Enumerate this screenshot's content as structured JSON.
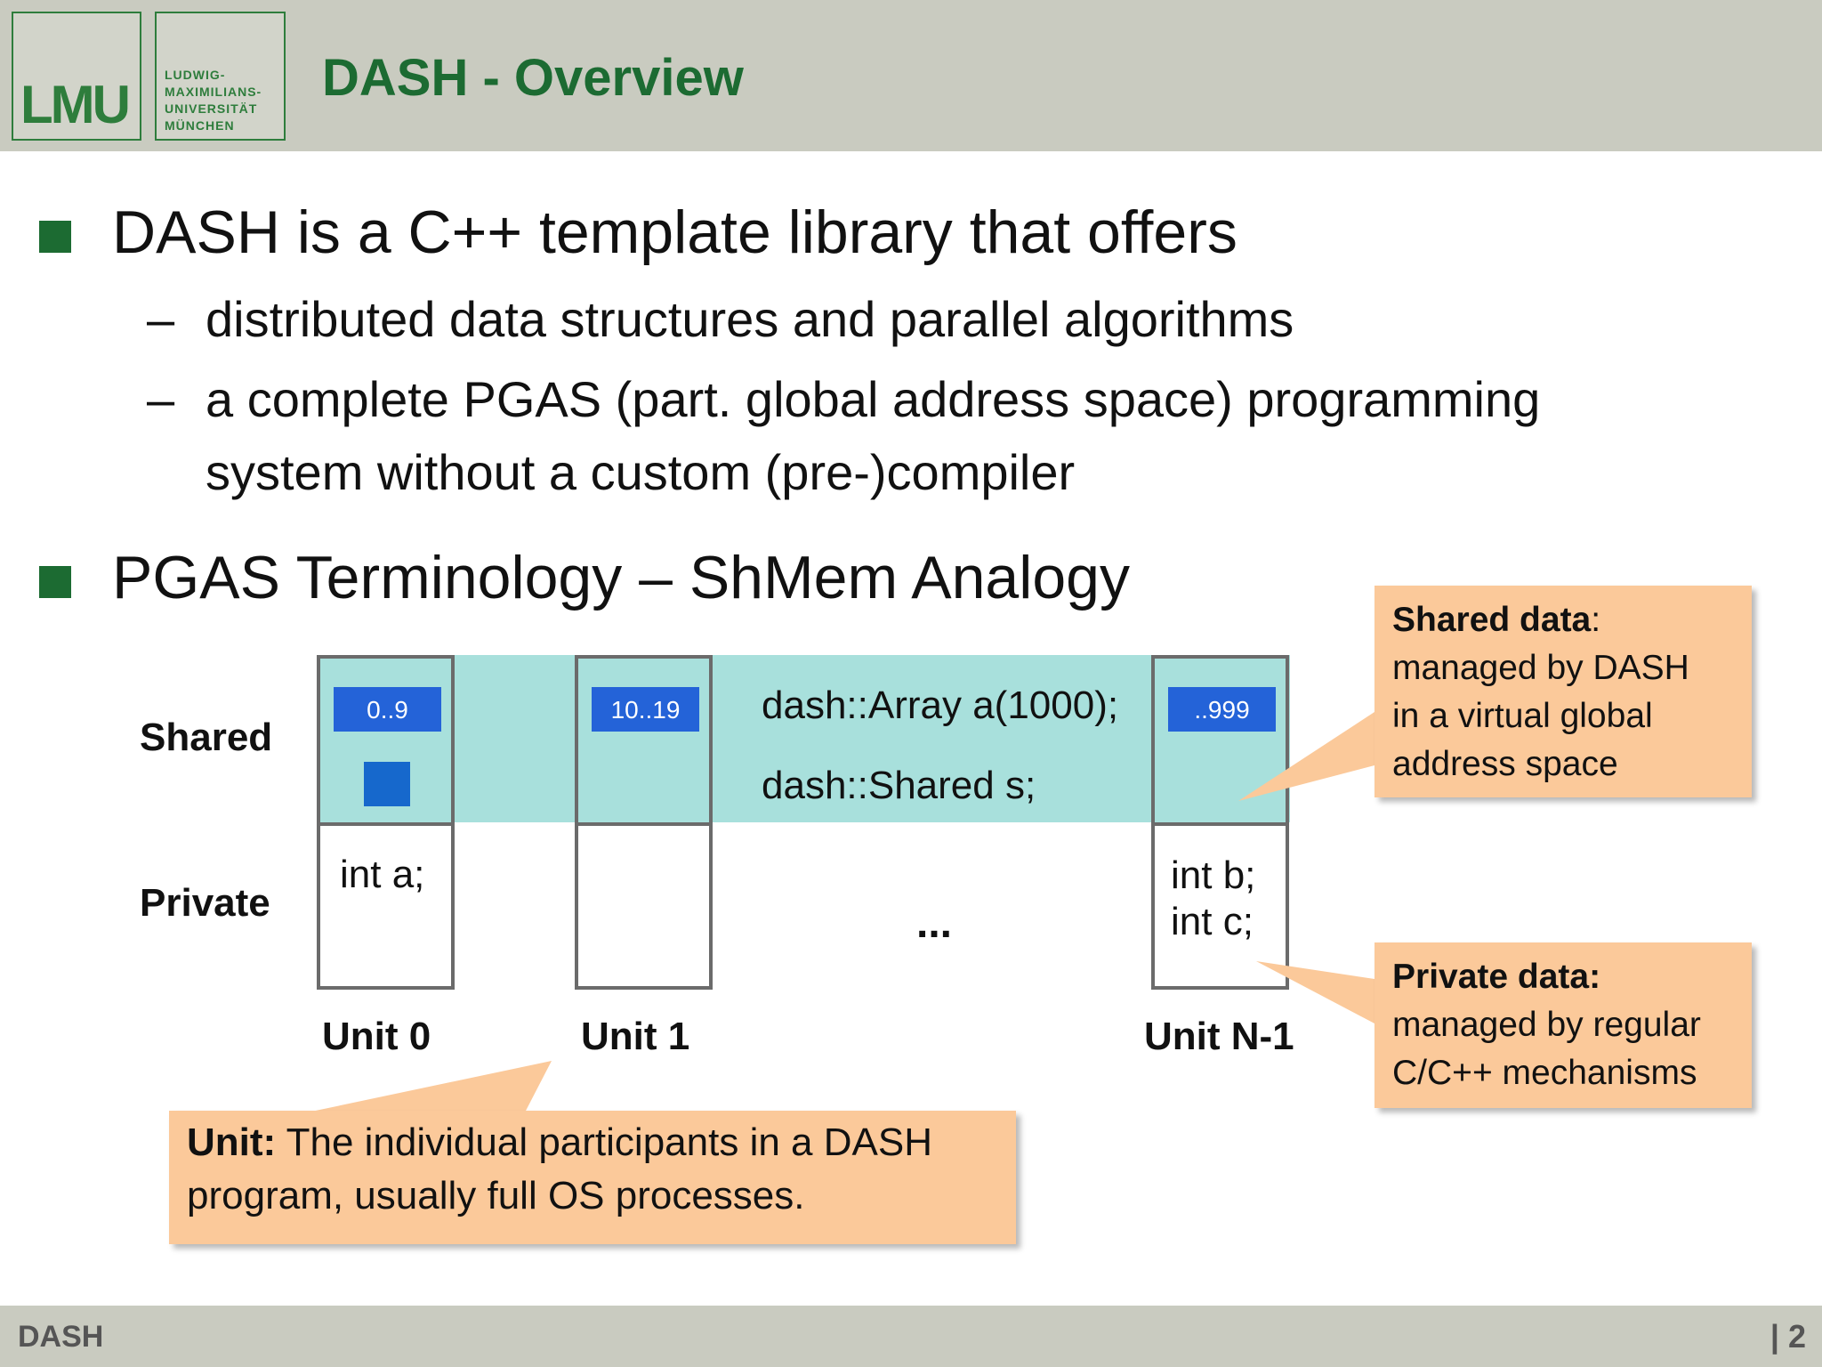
{
  "header": {
    "logo_mark": "LMU",
    "logo_name": "LUDWIG-\nMAXIMILIANS-\nUNIVERSITÄT\nMÜNCHEN",
    "title": "DASH - Overview"
  },
  "bullets": [
    {
      "text": "DASH is a C++ template library that offers",
      "sub": [
        "distributed data structures and parallel algorithms",
        "a complete PGAS (part. global address space) programming",
        "system without a custom (pre-)compiler"
      ]
    },
    {
      "text": "PGAS Terminology – ShMem Analogy"
    }
  ],
  "sub_marker": "–",
  "diagram": {
    "row_labels": {
      "shared": "Shared",
      "private": "Private"
    },
    "units": [
      {
        "label": "Unit 0",
        "range": "0..9",
        "private_code": "int a;"
      },
      {
        "label": "Unit 1",
        "range": "10..19",
        "private_code": ""
      },
      {
        "label": "Unit N-1",
        "range": "..999",
        "private_code": "int b;\nint c;"
      }
    ],
    "code_array": "dash::Array a(1000);",
    "code_shared": "dash::Shared s;",
    "ellipsis": "...",
    "colors": {
      "shared_band": "#a8e0dc",
      "range_label": "#2463d8",
      "callout": "#fbc99a"
    }
  },
  "callouts": {
    "shared": {
      "title": "Shared data",
      "after_title": ":",
      "lines": [
        "managed by DASH",
        "in a virtual global",
        "address space"
      ]
    },
    "private": {
      "title": "Private data:",
      "lines": [
        "managed by regular",
        "C/C++ mechanisms"
      ]
    },
    "unit": {
      "title": "Unit:",
      "text": " The individual participants in a DASH",
      "line2": "program, usually full OS processes."
    }
  },
  "footer": {
    "left": "DASH",
    "right": "| 2"
  }
}
